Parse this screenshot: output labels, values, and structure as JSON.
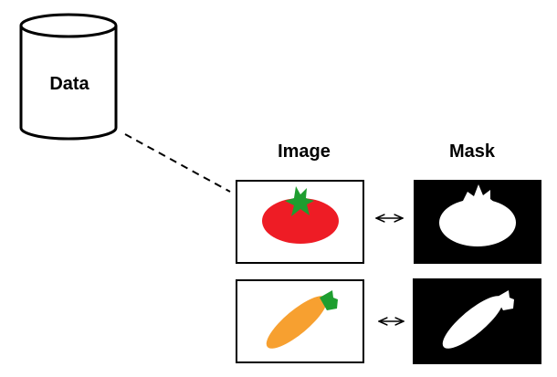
{
  "database": {
    "label": "Data",
    "icon": "database-cylinder-icon"
  },
  "columns": {
    "image": "Image",
    "mask": "Mask"
  },
  "pairs": [
    {
      "image_icon": "tomato-icon",
      "mask_icon": "tomato-mask-icon",
      "link_icon": "double-arrow-icon"
    },
    {
      "image_icon": "carrot-icon",
      "mask_icon": "carrot-mask-icon",
      "link_icon": "double-arrow-icon"
    }
  ],
  "colors": {
    "tomato_body": "#ee1c25",
    "tomato_leaf": "#1e9e2f",
    "carrot_body": "#f7a030",
    "carrot_top": "#1e9e2f",
    "mask_bg": "#000000",
    "mask_fg": "#ffffff"
  }
}
